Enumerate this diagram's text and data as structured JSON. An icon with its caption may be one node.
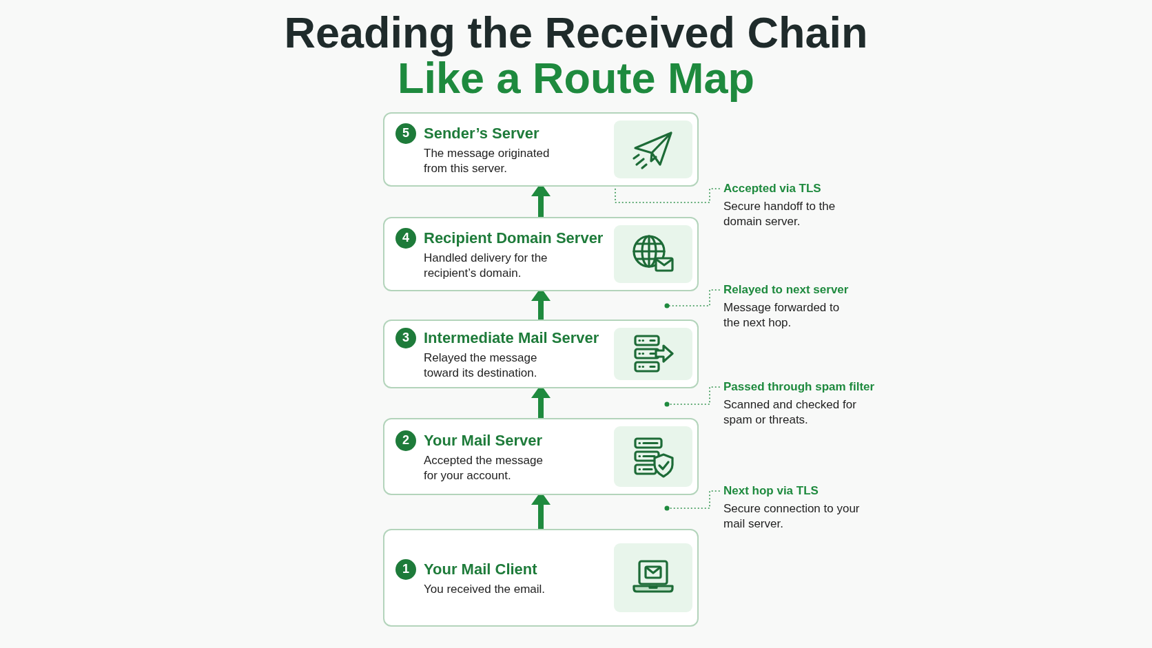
{
  "diagram": {
    "title": "Reading the Received Chain Like a Route Map",
    "nodes": [
      {
        "text": [
          "5",
          "Sender’s Server",
          "The message originated from this server."
        ]
      },
      {
        "text": [
          "4",
          "Recipient Domain Server",
          "Handled delivery for the recipient’s domain."
        ]
      },
      {
        "text": [
          "3",
          "Intermediate Mail Server",
          "Relayed the message toward its destination."
        ]
      },
      {
        "text": [
          "2",
          "Your Mail Server",
          "Accepted the message for your account."
        ]
      },
      {
        "text": [
          "1",
          "Your Mail Client",
          "You received the email."
        ]
      },
      {
        "text": [
          "Accepted via TLS",
          "Secure handoff to the domain server."
        ]
      },
      {
        "text": [
          "Relayed to next server",
          "Message forwarded to the next hop."
        ]
      },
      {
        "text": [
          "Passed through spam filter",
          "Scanned and checked for spam or threats."
        ]
      },
      {
        "text": [
          "Next hop via TLS",
          "Secure connection to your mail server."
        ]
      }
    ],
    "edges": [
      {
        "from": 4,
        "to": 3,
        "arrow": "to",
        "style": "thick"
      },
      {
        "from": 3,
        "to": 2,
        "arrow": "to",
        "style": "thick"
      },
      {
        "from": 2,
        "to": 1,
        "arrow": "to",
        "style": "thick"
      },
      {
        "from": 1,
        "to": 0,
        "arrow": "to",
        "style": "thick"
      },
      {
        "from": 5,
        "to": 0,
        "arrow": "none",
        "style": "dashed"
      },
      {
        "from": 6,
        "to": 2,
        "arrow": "other",
        "style": "dashed"
      },
      {
        "from": 7,
        "to": 2,
        "arrow": "other",
        "style": "dashed"
      },
      {
        "from": 8,
        "to": 3,
        "arrow": "other",
        "style": "dashed"
      }
    ]
  }
}
